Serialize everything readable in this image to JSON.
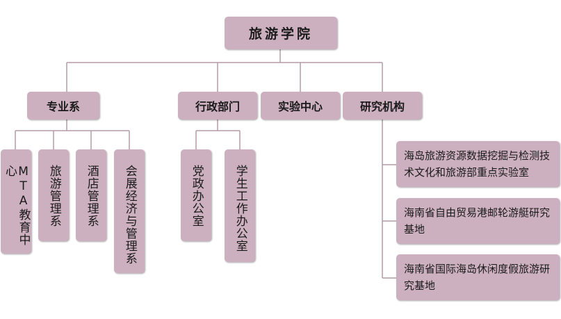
{
  "root": {
    "label": "旅游学院"
  },
  "departments": [
    {
      "label": "专业系"
    },
    {
      "label": "行政部门"
    },
    {
      "label": "实验中心"
    },
    {
      "label": "研究机构"
    }
  ],
  "academic_units": [
    {
      "label": "MTA教育中心"
    },
    {
      "label": "旅游管理系"
    },
    {
      "label": "酒店管理系"
    },
    {
      "label": "会展经济与管理系"
    }
  ],
  "admin_units": [
    {
      "label": "党政办公室"
    },
    {
      "label": "学生工作办公室"
    }
  ],
  "research_units": [
    {
      "label": "海岛旅游资源数据挖掘与检测技术文化和旅游部重点实验室"
    },
    {
      "label": "海南省自由贸易港邮轮游艇研究基地"
    },
    {
      "label": "海南省国际海岛休闲度假旅游研究基地"
    }
  ],
  "colors": {
    "box_fill": "#cdb0bf",
    "connector": "#b49aa6",
    "text": "#1a1a1a"
  }
}
